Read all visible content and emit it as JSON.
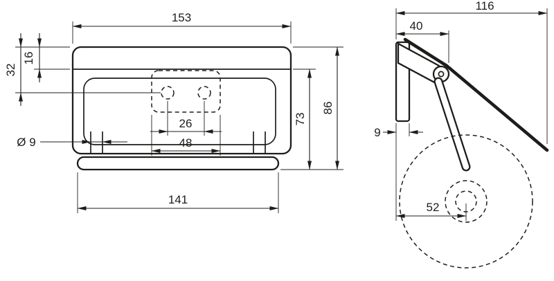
{
  "colors": {
    "ink": "#1d1d1b",
    "background": "#ffffff"
  },
  "front_view": {
    "dim_overall_width": "153",
    "dim_top_to_front_edge": "16",
    "dim_top_to_hole_center": "32",
    "dim_bar_diameter": "Ø 9",
    "dim_hole_spacing": "26",
    "dim_plate_width": "48",
    "dim_bar_length": "141",
    "dim_front_height": "73",
    "dim_overall_height": "86"
  },
  "side_view": {
    "dim_overall_depth": "116",
    "dim_bracket_depth": "40",
    "dim_wall_plate_depth": "9",
    "dim_roll_center_offset": "52"
  }
}
